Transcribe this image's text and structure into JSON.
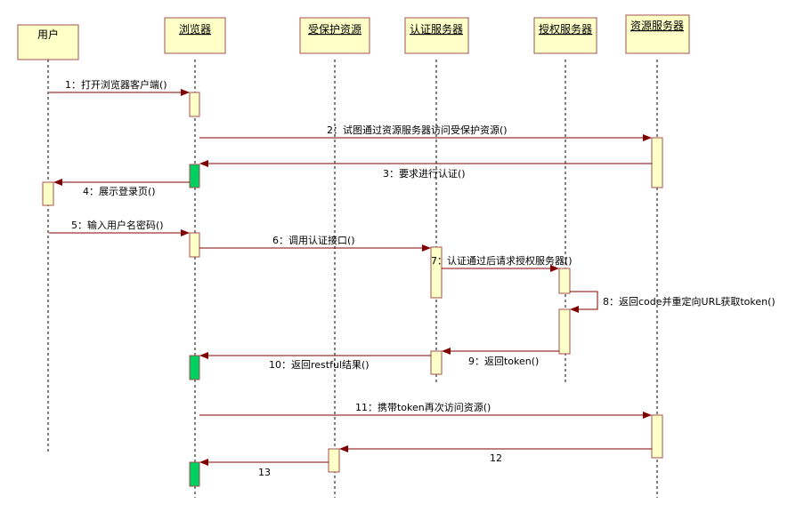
{
  "colors": {
    "participant_fill": "#ffffc8",
    "participant_border": "#a05050",
    "activation_fill": "#ffffc8",
    "activation_highlight": "#00d060",
    "message_line": "#800000",
    "lifeline": "#000000"
  },
  "participants": [
    {
      "id": "user",
      "label": "用户"
    },
    {
      "id": "browser",
      "label": "浏览器"
    },
    {
      "id": "resource",
      "label": "受保护资源"
    },
    {
      "id": "auth",
      "label": "认证服务器"
    },
    {
      "id": "authz",
      "label": "授权服务器"
    },
    {
      "id": "rs",
      "label": "资源服务器"
    }
  ],
  "messages": [
    {
      "label": "1：打开浏览器客户端()"
    },
    {
      "label": "2：试图通过资源服务器访问受保护资源()"
    },
    {
      "label": "3：要求进行认证()"
    },
    {
      "label": "4：展示登录页()"
    },
    {
      "label": "5：输入用户名密码()"
    },
    {
      "label": "6：调用认证接口()"
    },
    {
      "label": "7：认证通过后请求授权服务器()"
    },
    {
      "label": "8：返回code并重定向URL获取token()"
    },
    {
      "label": "9：返回token()"
    },
    {
      "label": "10：返回restful结果()"
    },
    {
      "label": "11：携带token再次访问资源()"
    },
    {
      "label": "12"
    },
    {
      "label": "13"
    }
  ]
}
